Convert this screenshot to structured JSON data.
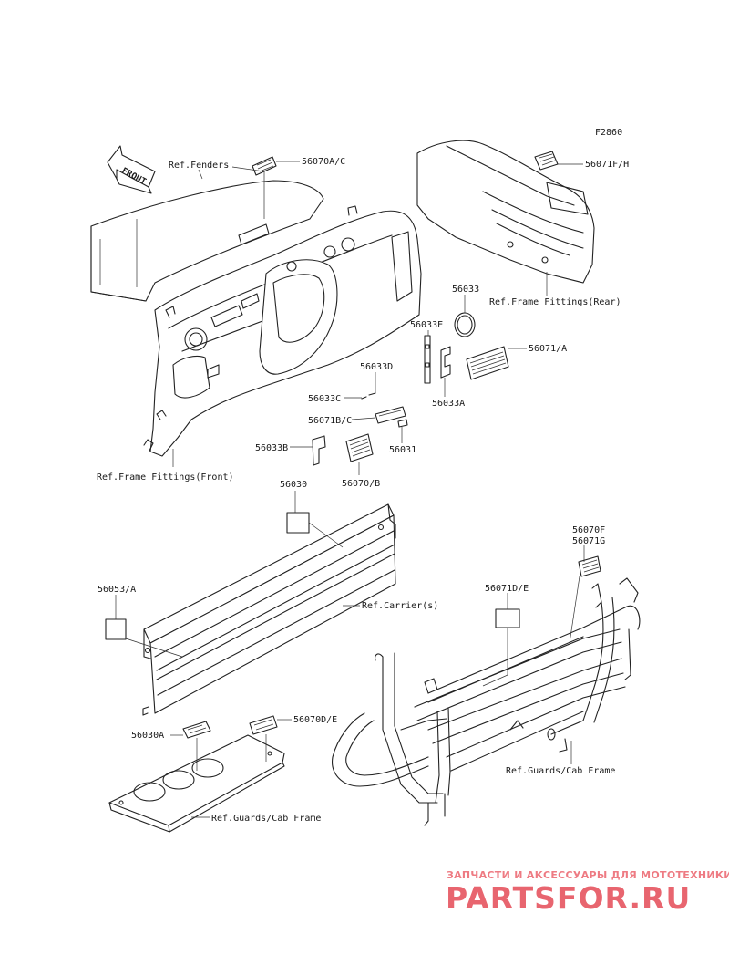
{
  "figure_code": "F2860",
  "arrow_label": "FRONT",
  "callouts": {
    "ref_fenders": "Ref.Fenders",
    "c56070ac": "56070A/C",
    "c56071fh": "56071F/H",
    "ref_frame_rear": "Ref.Frame Fittings(Rear)",
    "c56033": "56033",
    "c56033e": "56033E",
    "c56071a": "56071/A",
    "c56033d": "56033D",
    "c56033c": "56033C",
    "c56071bc": "56071B/C",
    "c56031": "56031",
    "c56033a": "56033A",
    "c56033b": "56033B",
    "c56070b": "56070/B",
    "ref_frame_front": "Ref.Frame Fittings(Front)",
    "c56030": "56030",
    "c56070f": "56070F",
    "c56071g": "56071G",
    "c56053a": "56053/A",
    "ref_carriers": "Ref.Carrier(s)",
    "c56071de": "56071D/E",
    "c56030a": "56030A",
    "c56070de": "56070D/E",
    "ref_guards_right": "Ref.Guards/Cab Frame",
    "ref_guards_left": "Ref.Guards/Cab Frame"
  },
  "watermark": {
    "tagline": "ЗАПЧАСТИ И АКСЕССУАРЫ ДЛЯ МОТОТЕХНИКИ",
    "brand": "PARTSFOR.RU"
  }
}
